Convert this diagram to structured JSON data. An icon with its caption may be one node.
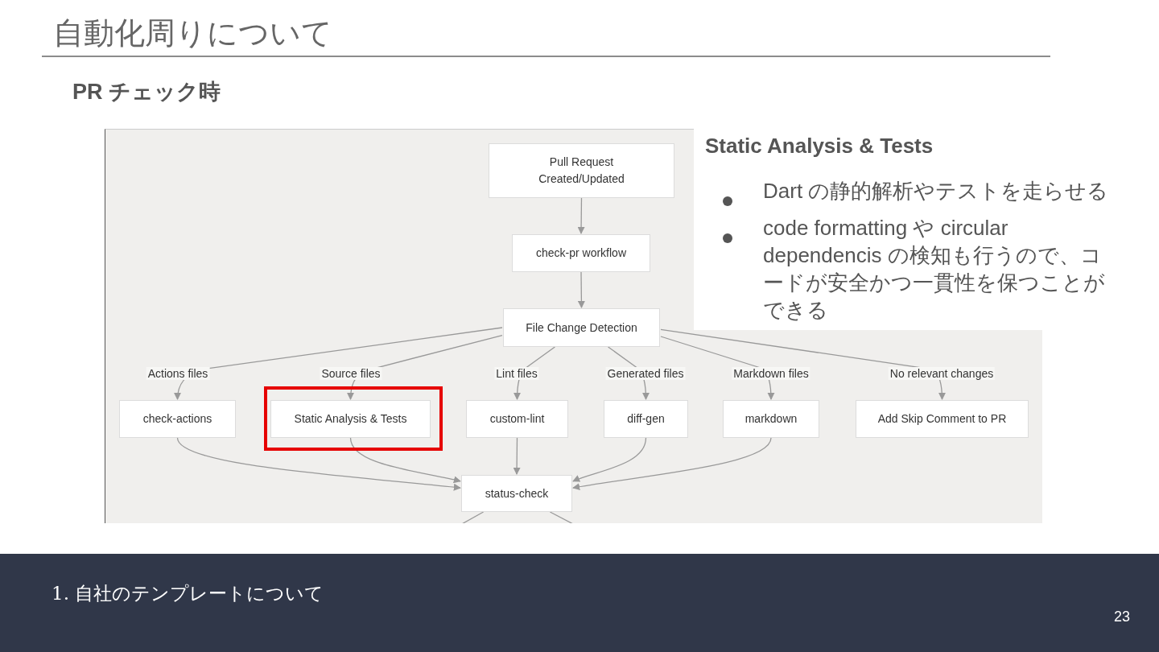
{
  "diagram": {
    "title": "自動化周りについて",
    "nodes": [
      {
        "text": [
          "Pull Request Created/Updated"
        ]
      },
      {
        "text": [
          "check-pr workflow"
        ]
      },
      {
        "text": [
          "File Change Detection"
        ]
      },
      {
        "text": [
          "check-actions"
        ]
      },
      {
        "text": [
          "Static Analysis & Tests"
        ]
      },
      {
        "text": [
          "custom-lint"
        ]
      },
      {
        "text": [
          "diff-gen"
        ]
      },
      {
        "text": [
          "markdown"
        ]
      },
      {
        "text": [
          "Add Skip Comment to PR"
        ]
      },
      {
        "text": [
          "status-check"
        ]
      }
    ],
    "edges": [
      {
        "from": 0,
        "to": 1,
        "arrow": "to"
      },
      {
        "from": 1,
        "to": 2,
        "arrow": "to"
      },
      {
        "from": 2,
        "to": 3,
        "arrow": "to",
        "label": "Actions files"
      },
      {
        "from": 2,
        "to": 4,
        "arrow": "to",
        "label": "Source files"
      },
      {
        "from": 2,
        "to": 5,
        "arrow": "to",
        "label": "Lint files"
      },
      {
        "from": 2,
        "to": 6,
        "arrow": "to",
        "label": "Generated files"
      },
      {
        "from": 2,
        "to": 7,
        "arrow": "to",
        "label": "Markdown files"
      },
      {
        "from": 2,
        "to": 8,
        "arrow": "to",
        "label": "No relevant changes"
      },
      {
        "from": 3,
        "to": 9,
        "arrow": "to"
      },
      {
        "from": 4,
        "to": 9,
        "arrow": "to"
      },
      {
        "from": 5,
        "to": 9,
        "arrow": "to"
      },
      {
        "from": 6,
        "to": 9,
        "arrow": "to"
      },
      {
        "from": 7,
        "to": 9,
        "arrow": "to"
      },
      {
        "from": 9,
        "to": null,
        "arrow": "none"
      },
      {
        "from": 9,
        "to": null,
        "arrow": "none"
      }
    ],
    "labels": [
      "PR チェック時",
      "Static Analysis & Tests",
      "Dart の静的解析やテストを走らせる",
      "code formatting や circular dependencis の検知も行うので、コードが安全かつ一貫性を保つことができる",
      "1. 自社のテンプレートについて",
      "23"
    ]
  }
}
